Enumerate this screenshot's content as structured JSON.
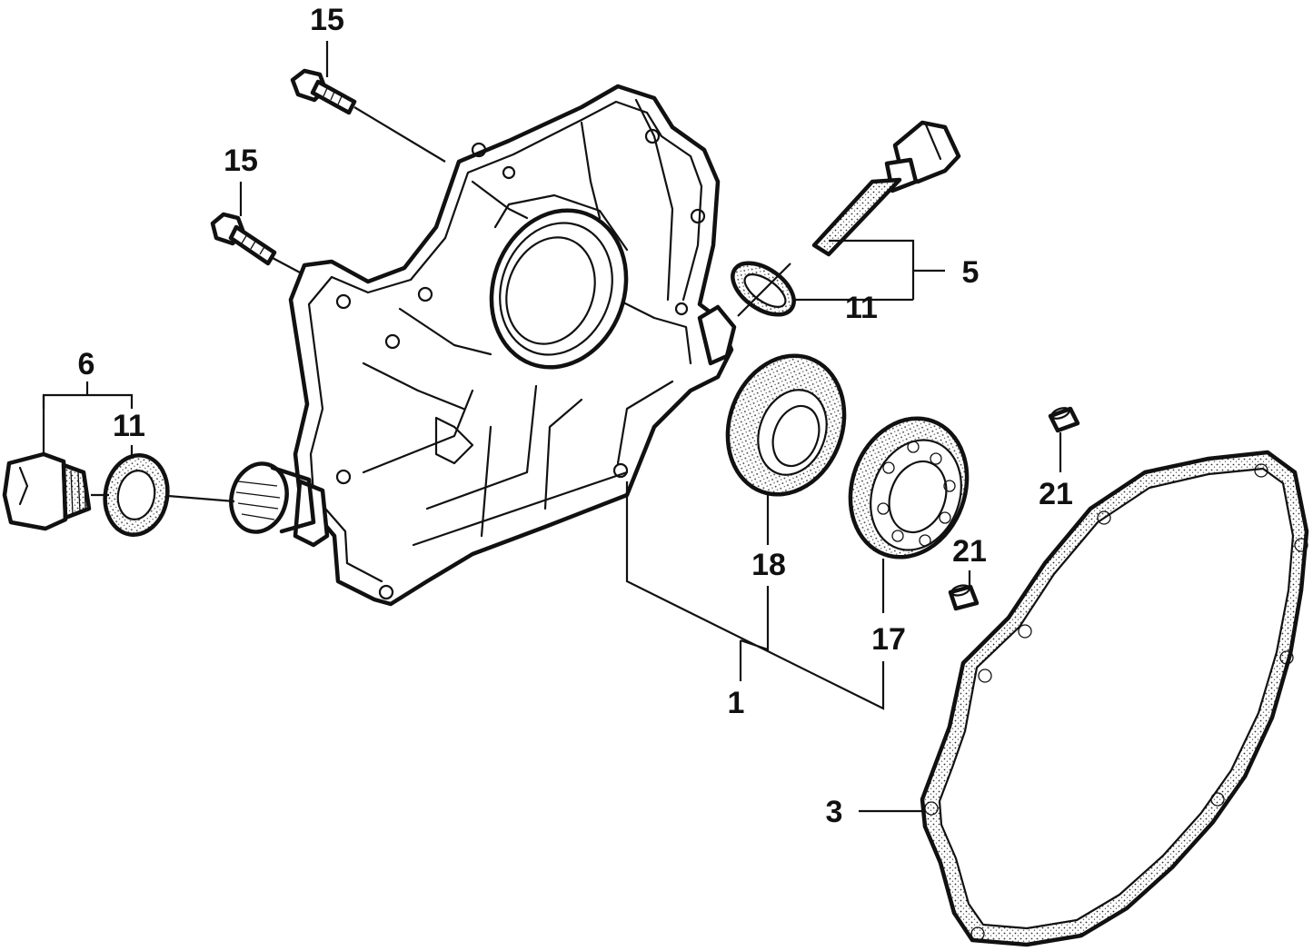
{
  "callouts": {
    "c1": "1",
    "c3": "3",
    "c5": "5",
    "c6": "6",
    "c11a": "11",
    "c11b": "11",
    "c15a": "15",
    "c15b": "15",
    "c17": "17",
    "c18": "18",
    "c21a": "21",
    "c21b": "21"
  }
}
